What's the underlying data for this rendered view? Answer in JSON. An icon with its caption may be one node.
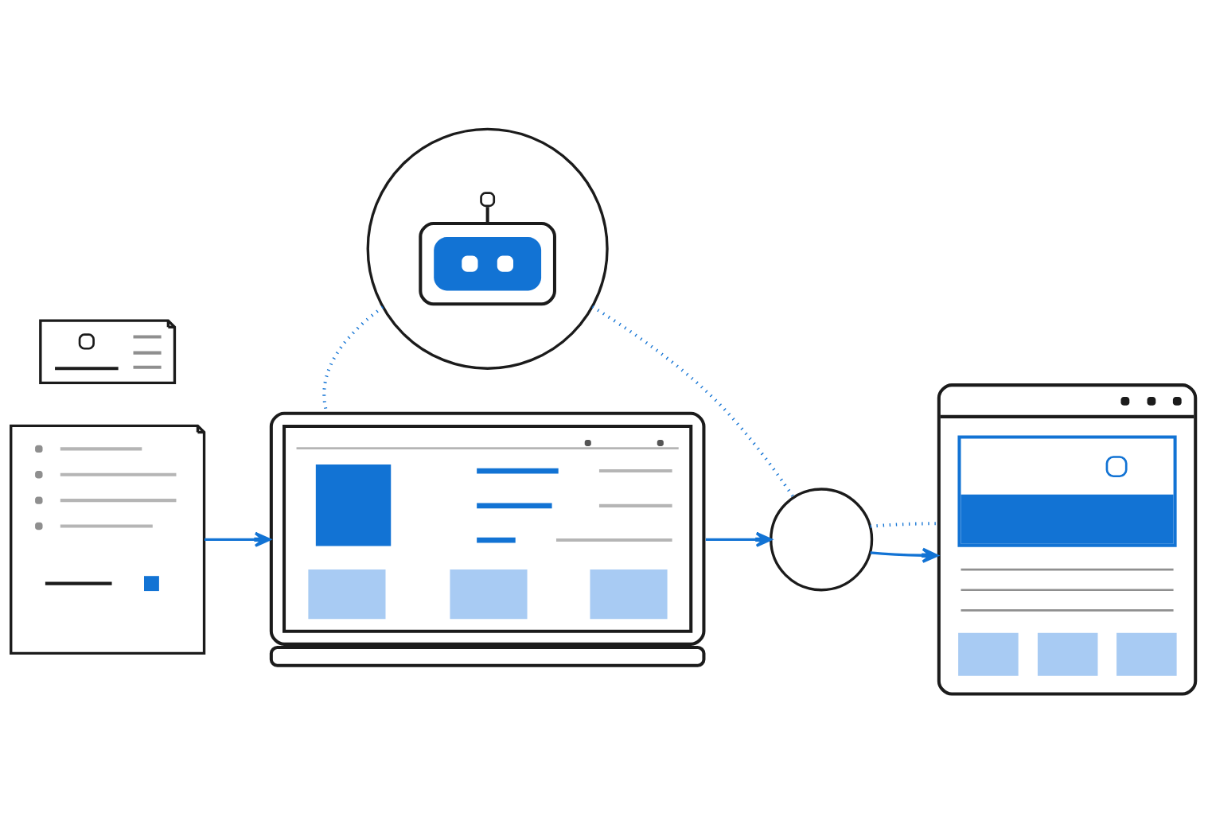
{
  "diagram": {
    "nodes": [
      {
        "text": [],
        "shape": "picture"
      },
      {
        "text": [],
        "shape": "picture"
      },
      {
        "text": [],
        "shape": "picture"
      },
      {
        "text": [],
        "shape": "picture"
      },
      {
        "text": [],
        "shape": "circle"
      },
      {
        "text": [],
        "shape": "picture"
      }
    ],
    "edges": [
      {
        "from": 1,
        "to": 3,
        "arrow": "to"
      },
      {
        "from": 3,
        "to": 4,
        "arrow": "to"
      },
      {
        "from": 4,
        "to": 5,
        "arrow": "to"
      },
      {
        "from": 2,
        "to": 3,
        "arrow": "none",
        "style": "dashed"
      },
      {
        "from": 2,
        "to": 4,
        "arrow": "none",
        "style": "dashed"
      },
      {
        "from": 4,
        "to": 5,
        "arrow": "none",
        "style": "dashed"
      }
    ]
  }
}
